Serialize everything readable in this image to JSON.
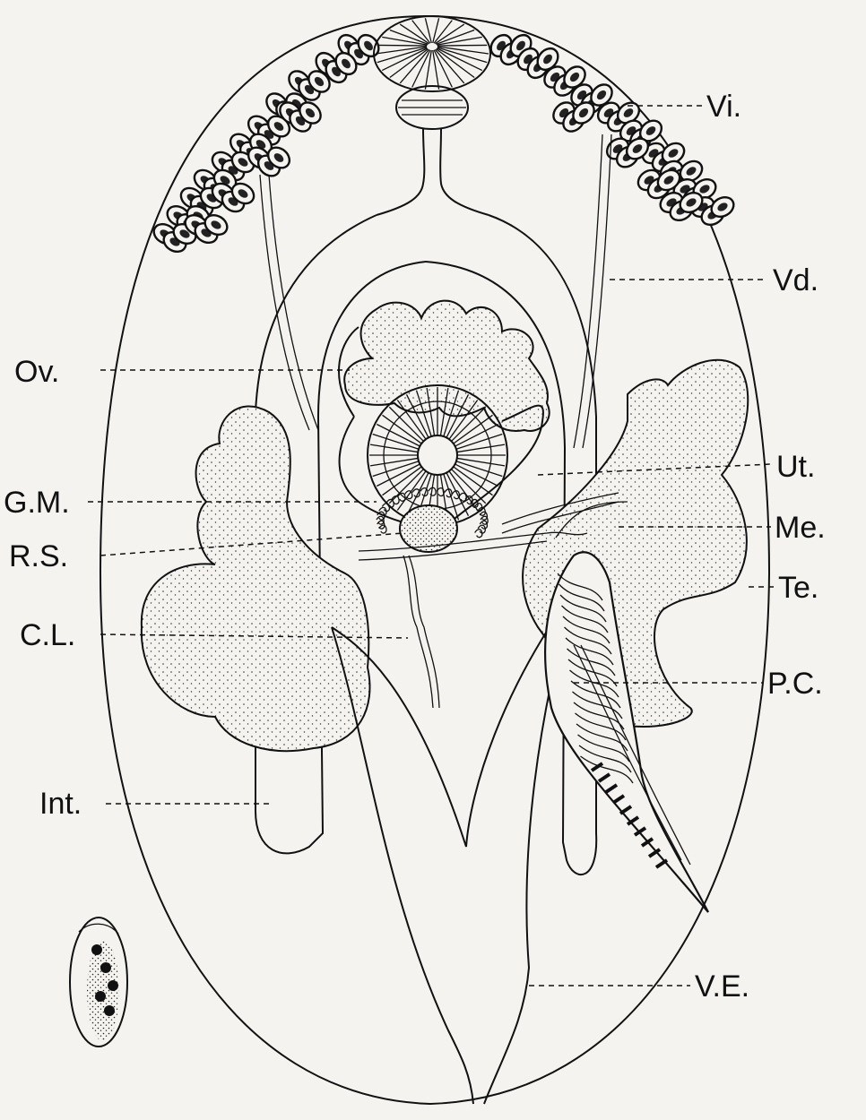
{
  "figure": {
    "labels_right": [
      {
        "key": "vi",
        "text": "Vi."
      },
      {
        "key": "vd",
        "text": "Vd."
      },
      {
        "key": "ut",
        "text": "Ut."
      },
      {
        "key": "me",
        "text": "Me."
      },
      {
        "key": "te",
        "text": "Te."
      },
      {
        "key": "pc",
        "text": "P.C."
      },
      {
        "key": "ve",
        "text": "V.E."
      }
    ],
    "labels_left": [
      {
        "key": "ov",
        "text": "Ov."
      },
      {
        "key": "gm",
        "text": "G.M."
      },
      {
        "key": "rs",
        "text": "R.S."
      },
      {
        "key": "cl",
        "text": "C.L."
      },
      {
        "key": "int",
        "text": "Int."
      }
    ],
    "colors": {
      "ink": "#111111",
      "paper": "#f4f3ef",
      "stipple": "#333333"
    }
  }
}
